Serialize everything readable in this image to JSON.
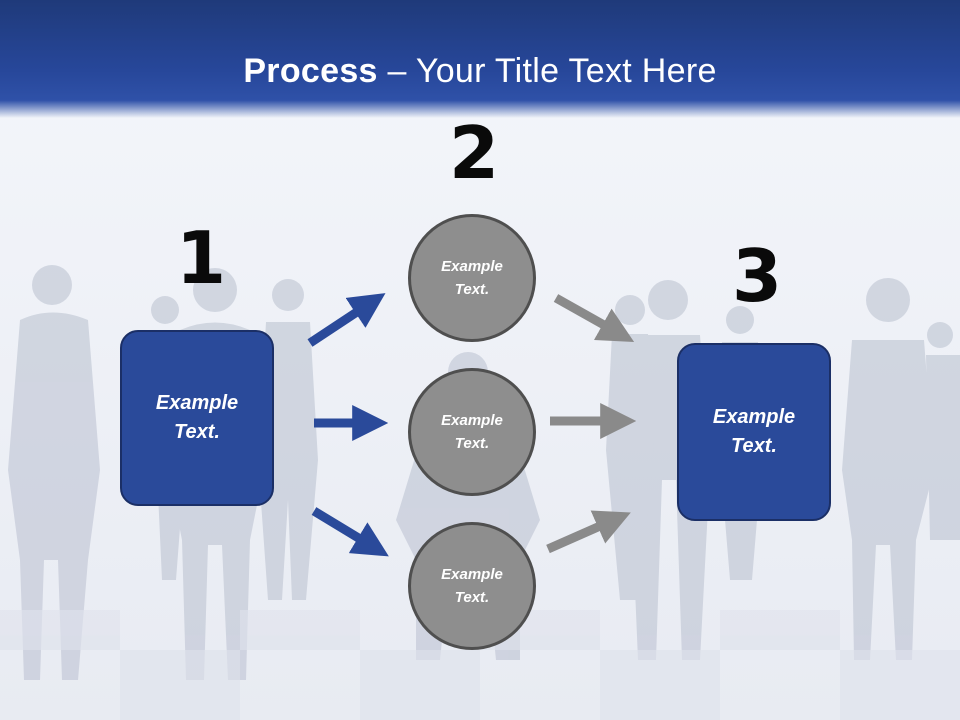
{
  "title": {
    "bold": "Process",
    "rest": " – Your Title Text Here"
  },
  "steps": {
    "one": {
      "number": "1",
      "text": "Example Text."
    },
    "two": {
      "number": "2"
    },
    "three": {
      "number": "3",
      "text": "Example Text."
    }
  },
  "circles": [
    {
      "text": "Example Text."
    },
    {
      "text": "Example Text."
    },
    {
      "text": "Example Text."
    }
  ],
  "colors": {
    "header": "#27479a",
    "box": "#2a4a9a",
    "circle": "#8e8e8e",
    "arrow_blue": "#2a4a9a",
    "arrow_gray": "#8a8a8a"
  }
}
